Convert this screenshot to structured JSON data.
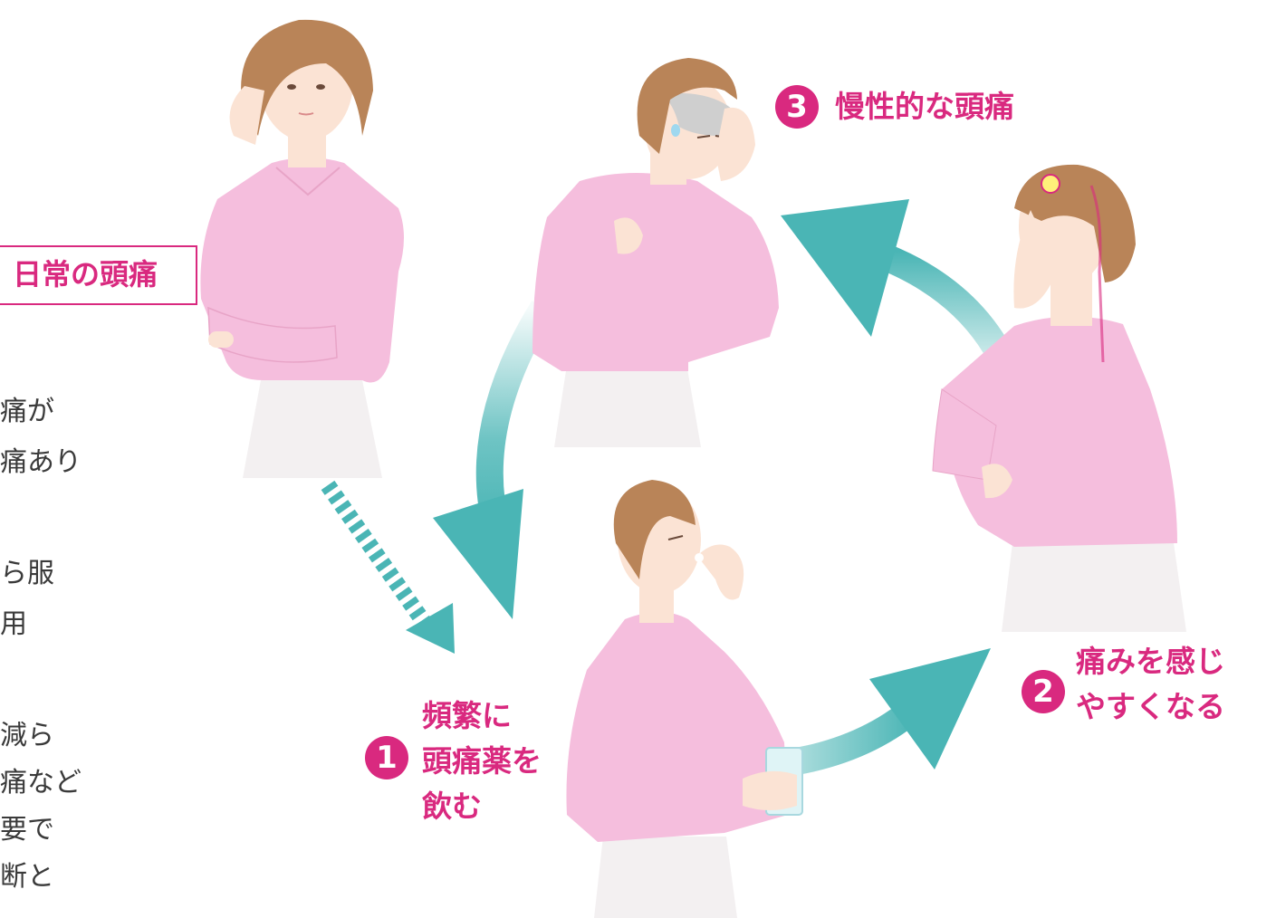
{
  "colors": {
    "accent": "#d9297f",
    "cycle_arrow": "#4ab5b5",
    "blouse": "#f5bedd",
    "skirt": "#f3f0f1",
    "hair": "#b98458",
    "skin": "#fbe3d4"
  },
  "everyday_headache": {
    "label": "日常の頭痛"
  },
  "left_text": {
    "lines": [
      "痛が",
      "痛あり",
      "ら服",
      "用",
      "減ら",
      "痛など",
      "要で",
      "断と"
    ]
  },
  "steps": [
    {
      "number": "1",
      "lines": [
        "頻繁に",
        "頭痛薬を",
        "飲む"
      ]
    },
    {
      "number": "2",
      "lines": [
        "痛みを感じ",
        "やすくなる"
      ]
    },
    {
      "number": "3",
      "lines": [
        "慢性的な頭痛"
      ]
    }
  ]
}
